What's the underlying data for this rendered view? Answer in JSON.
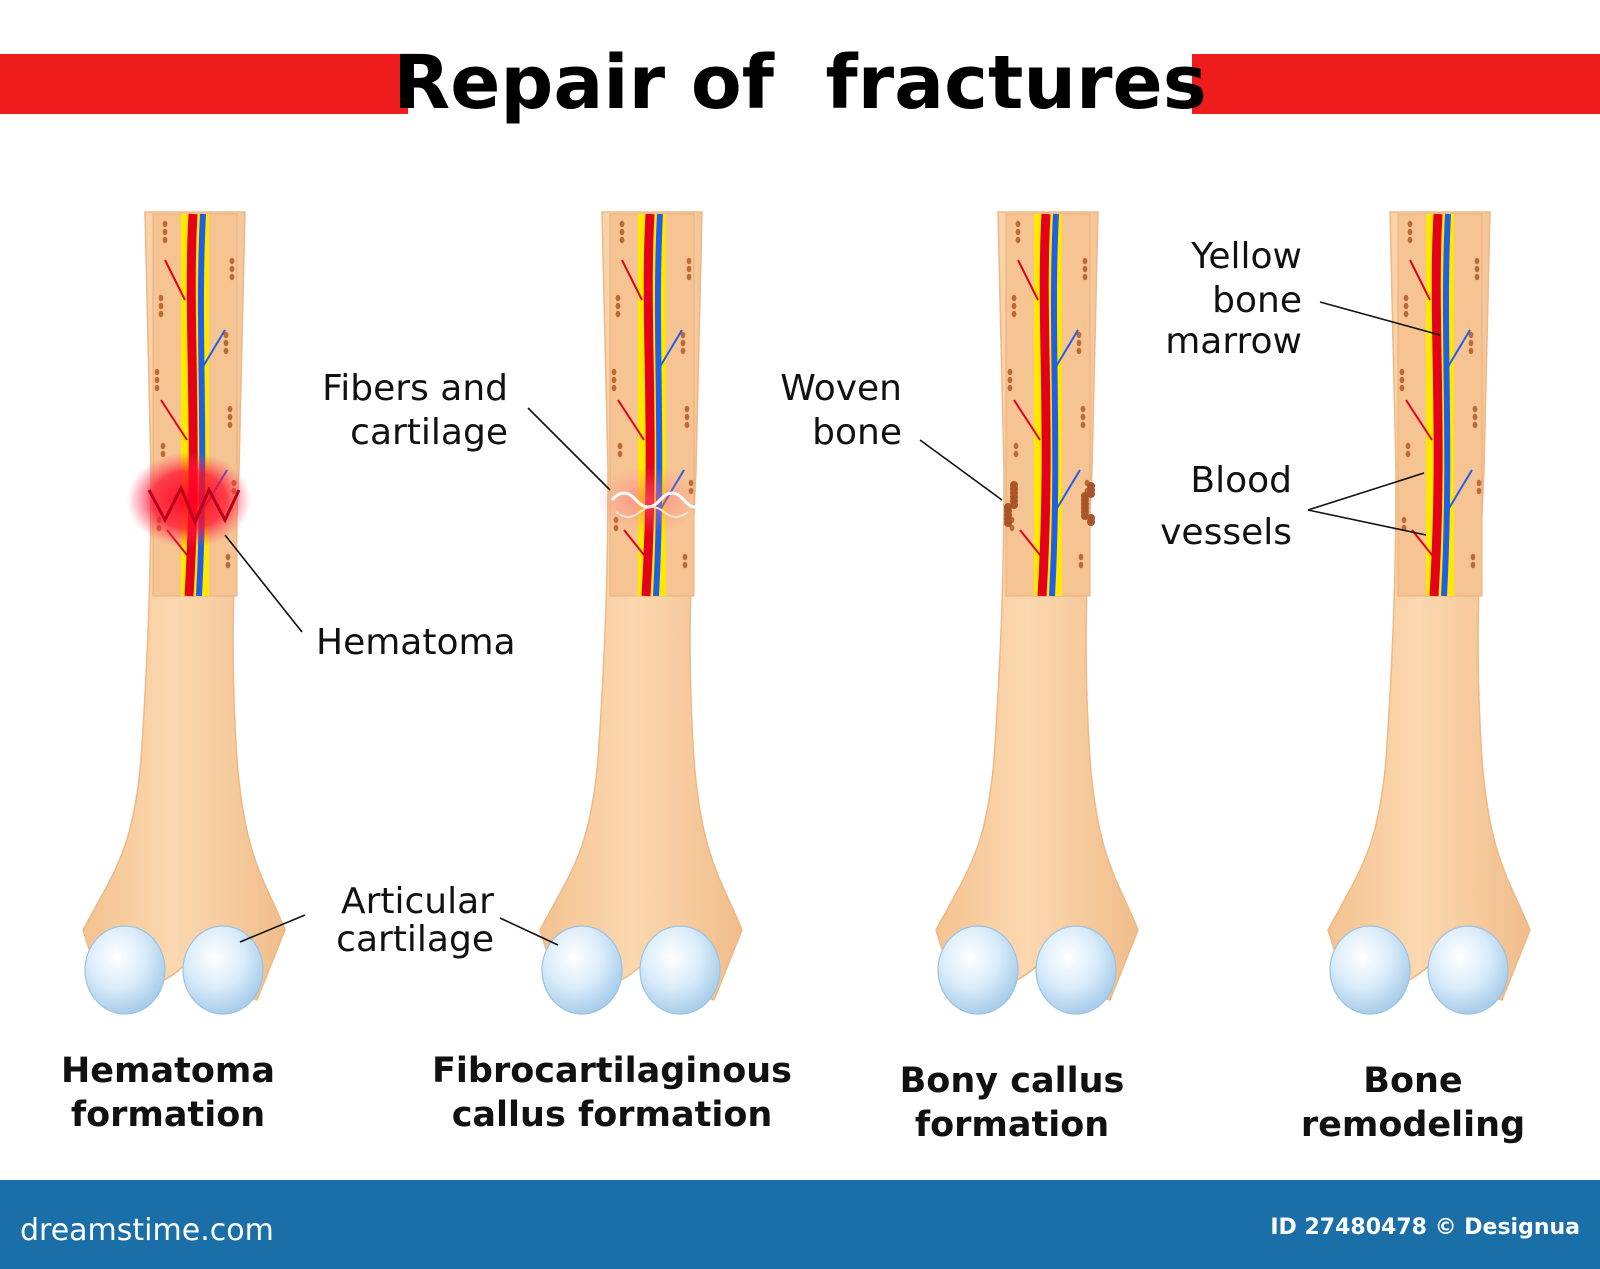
{
  "title": "Repair of  fractures",
  "colors": {
    "banner_red": "#ee1c1c",
    "bone": "#f8cfa2",
    "bone_shade": "#eeb887",
    "marrow_yellow": "#ffe800",
    "artery_red": "#e3001b",
    "vein_blue": "#1f5ee8",
    "cartilage": "#d6e9f8",
    "footer": "#1b6fa8"
  },
  "labels": {
    "fibers_cartilage": [
      "Fibers and",
      "cartilage"
    ],
    "hematoma": "Hematoma",
    "articular_cartilage": [
      "Articular",
      "cartilage"
    ],
    "woven_bone": [
      "Woven",
      "bone"
    ],
    "yellow_marrow": [
      "Yellow",
      "bone",
      "marrow"
    ],
    "blood_vessels": [
      "Blood",
      "vessels"
    ]
  },
  "stages": [
    {
      "caption": [
        "Hematoma",
        "formation"
      ]
    },
    {
      "caption": [
        "Fibrocartilaginous",
        "callus formation"
      ]
    },
    {
      "caption": [
        "Bony callus",
        "formation"
      ]
    },
    {
      "caption": [
        "Bone",
        "remodeling"
      ]
    }
  ],
  "footer": {
    "site": "dreamstime.com",
    "credit": "ID 27480478 © Designua"
  }
}
